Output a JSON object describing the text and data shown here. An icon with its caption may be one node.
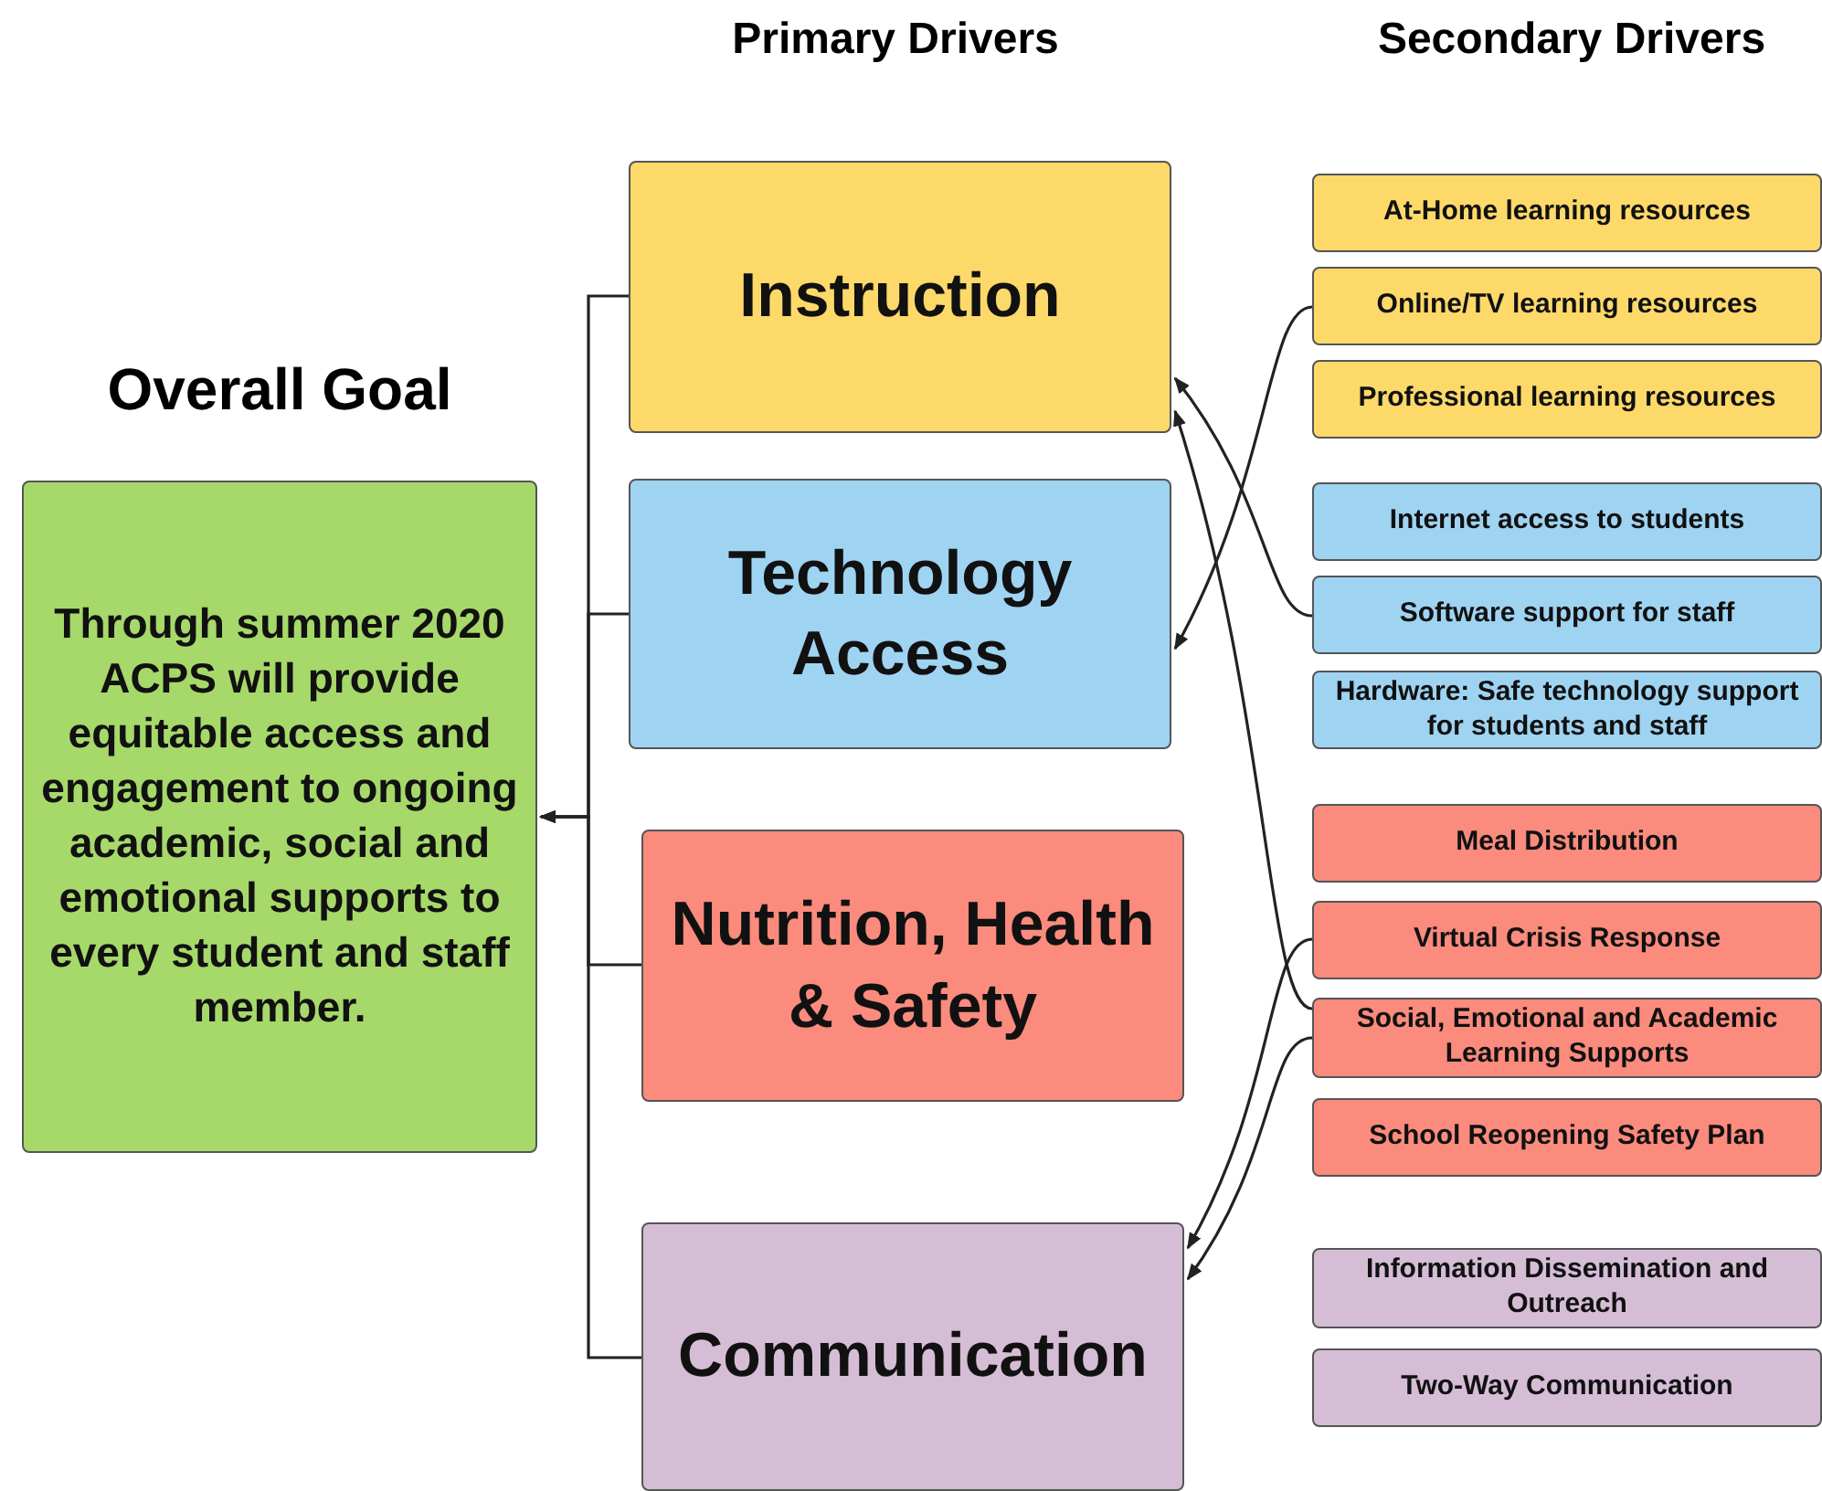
{
  "diagram": {
    "nodes": [
      {
        "text": [
          "Overall Goal",
          "Through summer 2020 ACPS will provide equitable access and engagement to ongoing academic, social and emotional supports to every student and staff member."
        ]
      },
      {
        "text": [
          "Instruction"
        ]
      },
      {
        "text": [
          "Technology Access"
        ]
      },
      {
        "text": [
          "Nutrition, Health & Safety"
        ]
      },
      {
        "text": [
          "Communication"
        ]
      },
      {
        "text": [
          "At-Home learning resources"
        ]
      },
      {
        "text": [
          "Online/TV learning resources"
        ]
      },
      {
        "text": [
          "Professional learning resources"
        ]
      },
      {
        "text": [
          "Internet access to students"
        ]
      },
      {
        "text": [
          "Software support for staff"
        ]
      },
      {
        "text": [
          "Hardware: Safe technology support for students and staff"
        ]
      },
      {
        "text": [
          "Meal Distribution"
        ]
      },
      {
        "text": [
          "Virtual Crisis Response"
        ]
      },
      {
        "text": [
          "Social, Emotional and Academic Learning Supports"
        ]
      },
      {
        "text": [
          "School Reopening Safety Plan"
        ]
      },
      {
        "text": [
          "Information Dissemination and Outreach"
        ]
      },
      {
        "text": [
          "Two-Way Communication"
        ]
      }
    ],
    "edges": [
      {
        "from": 1,
        "to": 0,
        "arrow": "to"
      },
      {
        "from": 2,
        "to": 0,
        "arrow": "to"
      },
      {
        "from": 3,
        "to": 0,
        "arrow": "to"
      },
      {
        "from": 4,
        "to": 0,
        "arrow": "to"
      },
      {
        "from": 6,
        "to": 2,
        "arrow": "to"
      },
      {
        "from": 9,
        "to": 1,
        "arrow": "to"
      },
      {
        "from": 13,
        "to": 1,
        "arrow": "to"
      },
      {
        "from": 12,
        "to": 4,
        "arrow": "to"
      },
      {
        "from": 13,
        "to": 4,
        "arrow": "to"
      }
    ],
    "labels": [
      "Primary Drivers",
      "Secondary Drivers"
    ]
  }
}
